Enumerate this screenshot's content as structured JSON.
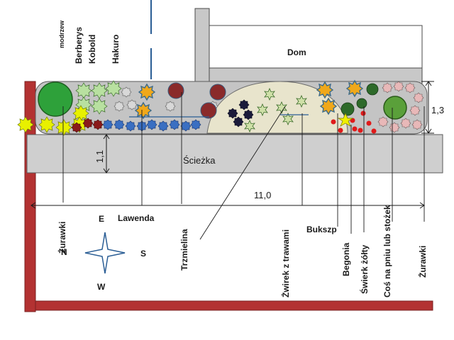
{
  "house": {
    "label": "Dom"
  },
  "path": {
    "label": "Ścieżka"
  },
  "dimensions": {
    "length": "11,0",
    "bed_depth": "1,3",
    "path_width": "1,1"
  },
  "compass": {
    "north": "N",
    "south": "S",
    "east": "E",
    "west": "W"
  },
  "plants_top": {
    "modrzew": "modrzew",
    "berberys": "Berberys",
    "kobold": "Kobold",
    "hakuro": "Hakuro"
  },
  "plants_bottom": {
    "zurawki_left": "Żurawki",
    "lawenda": "Lawenda",
    "trzmielina": "Trzmielina",
    "bukszp": "Bukszp",
    "zwirek": "Żwirek z trawami",
    "begonia": "Begonia",
    "swierk": "Świerk żółty",
    "cos_na_pniu": "Coś na pniu lub stożek",
    "zurawki_right": "Żurawki"
  },
  "colors": {
    "wall": "#b33232",
    "bed": "#c4c4c4",
    "path": "#cfcfcf",
    "gravel": "#e8e4cc",
    "line": "#2b5e95"
  }
}
